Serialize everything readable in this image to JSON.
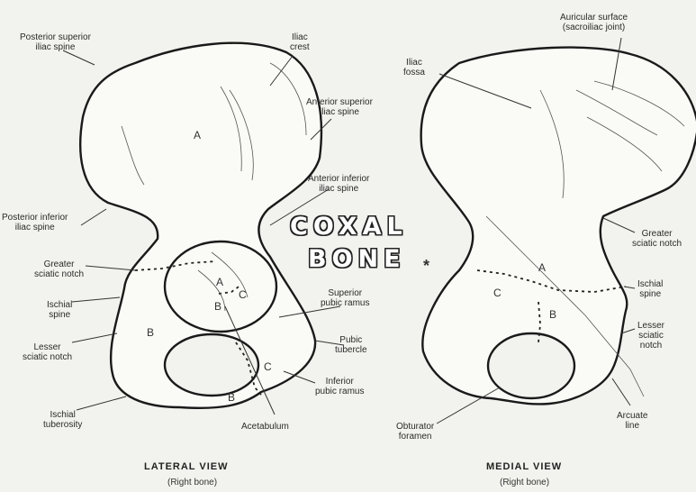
{
  "title": {
    "line1": "COXAL",
    "line2": "BONE",
    "mark": "*"
  },
  "lateral": {
    "view_label": "LATERAL VIEW",
    "sub_label": "(Right bone)",
    "labels": {
      "posterior_superior_iliac_spine": [
        "Posterior superior",
        "iliac spine"
      ],
      "iliac_crest": [
        "Iliac",
        "crest"
      ],
      "anterior_superior_iliac_spine": [
        "Anterior superior",
        "iliac spine"
      ],
      "anterior_inferior_iliac_spine": [
        "Anterior inferior",
        "iliac spine"
      ],
      "posterior_inferior_iliac_spine": [
        "Posterior inferior",
        "iliac spine"
      ],
      "greater_sciatic_notch": [
        "Greater",
        "sciatic notch"
      ],
      "ischial_spine": [
        "Ischial",
        "spine"
      ],
      "lesser_sciatic_notch": [
        "Lesser",
        "sciatic notch"
      ],
      "ischial_tuberosity": [
        "Ischial",
        "tuberosity"
      ],
      "acetabulum": [
        "Acetabulum"
      ],
      "superior_pubic_ramus": [
        "Superior",
        "pubic ramus"
      ],
      "pubic_tubercle": [
        "Pubic",
        "tubercle"
      ],
      "inferior_pubic_ramus": [
        "Inferior",
        "pubic ramus"
      ]
    },
    "regions": {
      "ilium": "A",
      "ischium": "B",
      "pubis": "C",
      "acet_a": "A",
      "acet_b": "B",
      "acet_c": "C",
      "ischium_lower": "B"
    }
  },
  "medial": {
    "view_label": "MEDIAL VIEW",
    "sub_label": "(Right bone)",
    "labels": {
      "auricular_surface": [
        "Auricular surface",
        "(sacroiliac joint)"
      ],
      "iliac_fossa": [
        "Iliac",
        "fossa"
      ],
      "greater_sciatic_notch": [
        "Greater",
        "sciatic notch"
      ],
      "ischial_spine": [
        "Ischial",
        "spine"
      ],
      "lesser_sciatic_notch": [
        "Lesser",
        "sciatic",
        "notch"
      ],
      "arcuate_line": [
        "Arcuate",
        "line"
      ],
      "obturator_foramen": [
        "Obturator",
        "foramen"
      ]
    },
    "regions": {
      "ilium": "A",
      "ischium": "B",
      "pubis": "C"
    }
  }
}
